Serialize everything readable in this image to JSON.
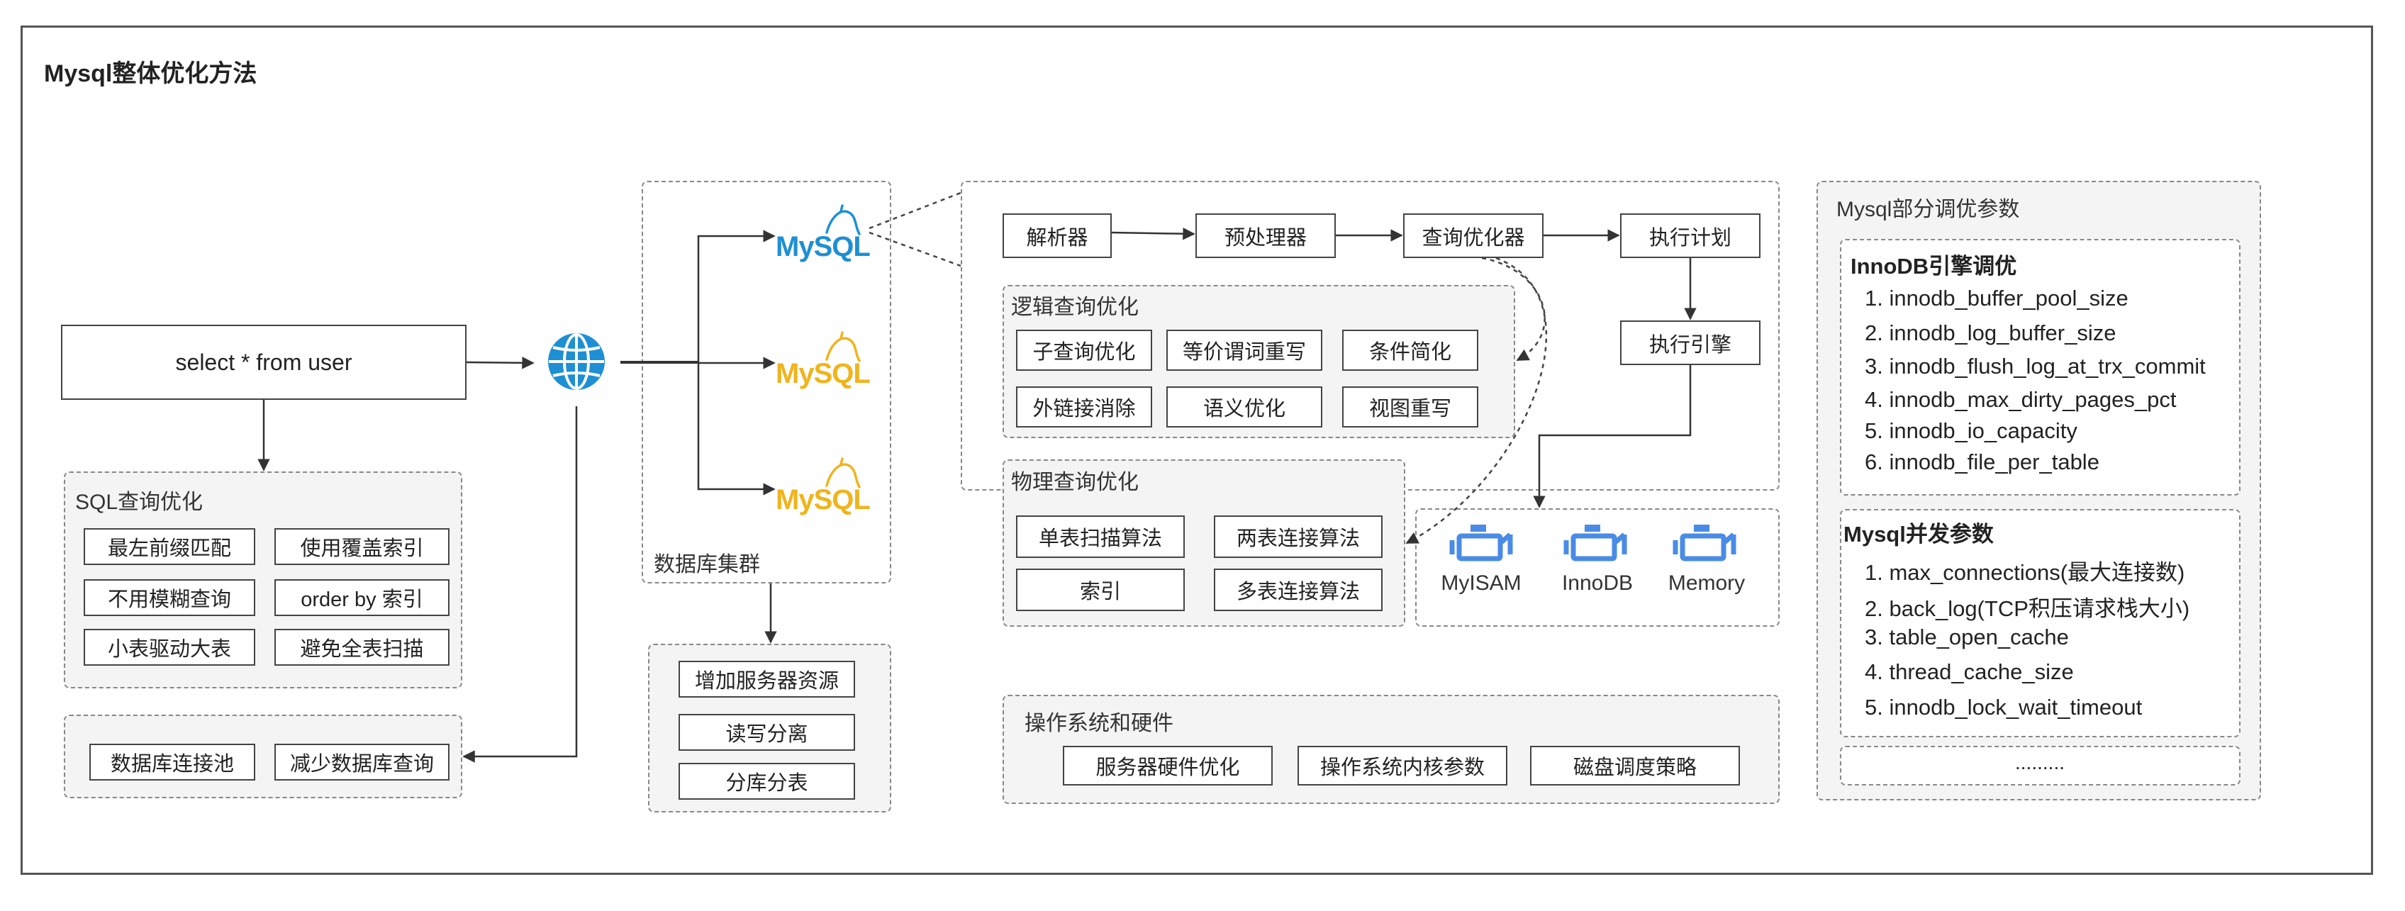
{
  "title": "Mysql整体优化方法",
  "query": "select * from user",
  "sql_opt": {
    "label": "SQL查询优化",
    "items": [
      "最左前缀匹配",
      "使用覆盖索引",
      "不用模糊查询",
      "order by 索引",
      "小表驱动大表",
      "避免全表扫描"
    ]
  },
  "conn": {
    "items": [
      "数据库连接池",
      "减少数据库查询"
    ]
  },
  "cluster": {
    "label": "数据库集群",
    "logo_text": "MySQL"
  },
  "scale": {
    "items": [
      "增加服务器资源",
      "读写分离",
      "分库分表"
    ]
  },
  "pipeline": {
    "steps": [
      "解析器",
      "预处理器",
      "查询优化器",
      "执行计划"
    ],
    "engine": "执行引擎"
  },
  "logical": {
    "label": "逻辑查询优化",
    "items": [
      "子查询优化",
      "等价谓词重写",
      "条件简化",
      "外链接消除",
      "语义优化",
      "视图重写"
    ]
  },
  "physical": {
    "label": "物理查询优化",
    "items": [
      "单表扫描算法",
      "两表连接算法",
      "索引",
      "多表连接算法"
    ]
  },
  "engines": {
    "items": [
      "MyISAM",
      "InnoDB",
      "Memory"
    ]
  },
  "os": {
    "label": "操作系统和硬件",
    "items": [
      "服务器硬件优化",
      "操作系统内核参数",
      "磁盘调度策略"
    ]
  },
  "params": {
    "label": "Mysql部分调优参数",
    "innodb_title": "InnoDB引擎调优",
    "innodb": [
      "1. innodb_buffer_pool_size",
      "2. innodb_log_buffer_size",
      "3. innodb_flush_log_at_trx_commit",
      "4. innodb_max_dirty_pages_pct",
      "5. innodb_io_capacity",
      "6. innodb_file_per_table"
    ],
    "concurrency_title": "Mysql并发参数",
    "concurrency": [
      "1. max_connections(最大连接数)",
      "2. back_log(TCP积压请求栈大小)",
      "3. table_open_cache",
      "4. thread_cache_size",
      "5. innodb_lock_wait_timeout"
    ],
    "more": "........."
  },
  "colors": {
    "mysql_blue": "#1e8fd3",
    "mysql_yellow": "#f0b41c",
    "globe": "#1e8fd3",
    "engine_icon": "#4a8be6"
  },
  "icons": {
    "globe": "globe-icon",
    "dolphin": "dolphin-icon",
    "engine": "engine-icon"
  }
}
